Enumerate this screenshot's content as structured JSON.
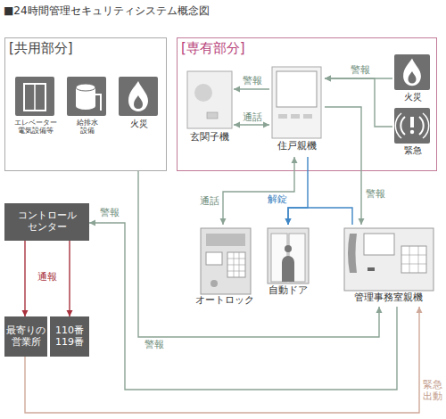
{
  "diagram": {
    "title": "■24時間管理セキュリティシステム概念図",
    "nodes": [
      {
        "text": [
          "[共用部分]"
        ]
      },
      {
        "text": [
          "エレベーター 電気設備等"
        ],
        "in": 0
      },
      {
        "text": [
          "給排水 設備"
        ],
        "in": 0
      },
      {
        "text": [
          "火災"
        ],
        "in": 0
      },
      {
        "text": [
          "[専有部分]"
        ]
      },
      {
        "text": [
          "玄関子機"
        ],
        "in": 4
      },
      {
        "text": [
          "住戸親機"
        ],
        "in": 4
      },
      {
        "text": [
          "火災"
        ],
        "in": 4
      },
      {
        "text": [
          "緊急"
        ],
        "in": 4
      },
      {
        "text": [
          "コントロール センター"
        ]
      },
      {
        "text": [
          "オートロック"
        ]
      },
      {
        "text": [
          "自動ドア"
        ]
      },
      {
        "text": [
          "管理事務室親機"
        ]
      },
      {
        "text": [
          "最寄りの 営業所"
        ]
      },
      {
        "text": [
          "110番 119番"
        ]
      }
    ],
    "edges": [
      {
        "from": 0,
        "to": 12,
        "label": "警報",
        "arrow": "to"
      },
      {
        "from": 12,
        "to": 9,
        "label": "警報",
        "arrow": "to"
      },
      {
        "from": 9,
        "to": 13,
        "label": "通報",
        "arrow": "to"
      },
      {
        "from": 9,
        "to": 14,
        "arrow": "to"
      },
      {
        "from": 13,
        "to": 12,
        "label": "緊急 出動",
        "arrow": "to"
      },
      {
        "from": 6,
        "to": 5,
        "label": "警報",
        "arrow": "to"
      },
      {
        "from": 5,
        "to": 6,
        "label": "通話",
        "arrow": "both"
      },
      {
        "from": 7,
        "to": 6,
        "label": "警報",
        "arrow": "to"
      },
      {
        "from": 8,
        "to": 6,
        "arrow": "to"
      },
      {
        "from": 6,
        "to": 12,
        "label": "警報",
        "arrow": "to"
      },
      {
        "from": 6,
        "to": 10,
        "label": "通話",
        "arrow": "both"
      },
      {
        "from": 6,
        "to": 11,
        "label": "解錠",
        "arrow": "to"
      },
      {
        "from": 12,
        "to": 11,
        "arrow": "to"
      }
    ]
  }
}
